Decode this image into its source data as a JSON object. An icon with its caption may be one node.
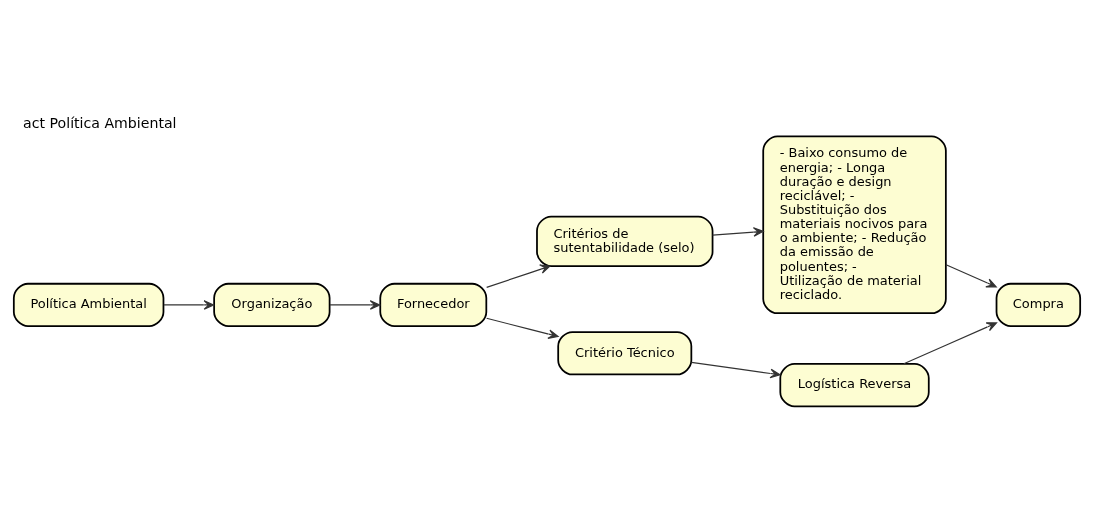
{
  "diagram": {
    "title": "act Política Ambiental",
    "nodes": [
      {
        "text": [
          "Política Ambiental"
        ]
      },
      {
        "text": [
          "Organização"
        ]
      },
      {
        "text": [
          "Fornecedor"
        ]
      },
      {
        "text": [
          "Critérios de sutentabilidade (selo)"
        ]
      },
      {
        "text": [
          "- Baixo consumo de energia; - Longa duração e design reciclável; - Substituição dos materiais nocivos para o ambiente; - Redução da emissão de poluentes; - Utilização de material reciclado."
        ]
      },
      {
        "text": [
          "Critério Técnico"
        ]
      },
      {
        "text": [
          "Logística Reversa"
        ]
      },
      {
        "text": [
          "Compra"
        ]
      }
    ],
    "edges": [
      {
        "from": 0,
        "to": 1,
        "arrow": "to"
      },
      {
        "from": 1,
        "to": 2,
        "arrow": "to"
      },
      {
        "from": 2,
        "to": 3,
        "arrow": "to"
      },
      {
        "from": 2,
        "to": 5,
        "arrow": "to"
      },
      {
        "from": 3,
        "to": 4,
        "arrow": "to"
      },
      {
        "from": 4,
        "to": 7,
        "arrow": "to"
      },
      {
        "from": 5,
        "to": 6,
        "arrow": "to"
      },
      {
        "from": 6,
        "to": 7,
        "arrow": "to"
      }
    ]
  }
}
